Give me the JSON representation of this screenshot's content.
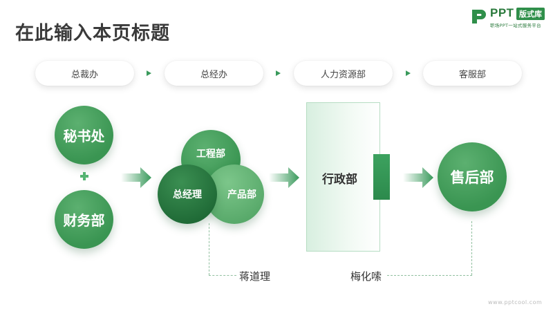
{
  "title": "在此输入本页标题",
  "logo": {
    "text": "PPT",
    "badge": "版式库",
    "tagline": "职场PPT一站式服务平台"
  },
  "departments": [
    "总裁办",
    "总经办",
    "人力资源部",
    "客服部"
  ],
  "left_circles": {
    "top": "秘书处",
    "bottom": "财务部"
  },
  "venn": {
    "top": "工程部",
    "left": "总经理",
    "right": "产品部"
  },
  "admin": {
    "label": "行政部"
  },
  "after_sales": {
    "label": "售后部"
  },
  "people": {
    "left": "蒋道理",
    "right": "梅化嗦"
  },
  "footer": "www.pptcool.com",
  "colors": {
    "primary": "#2f8f4a",
    "accent": "#55b472",
    "dark": "#1f6a36"
  },
  "icons": [
    "logo-mark-icon",
    "triangle-arrow-icon",
    "plus-icon",
    "gradient-arrow-icon"
  ]
}
